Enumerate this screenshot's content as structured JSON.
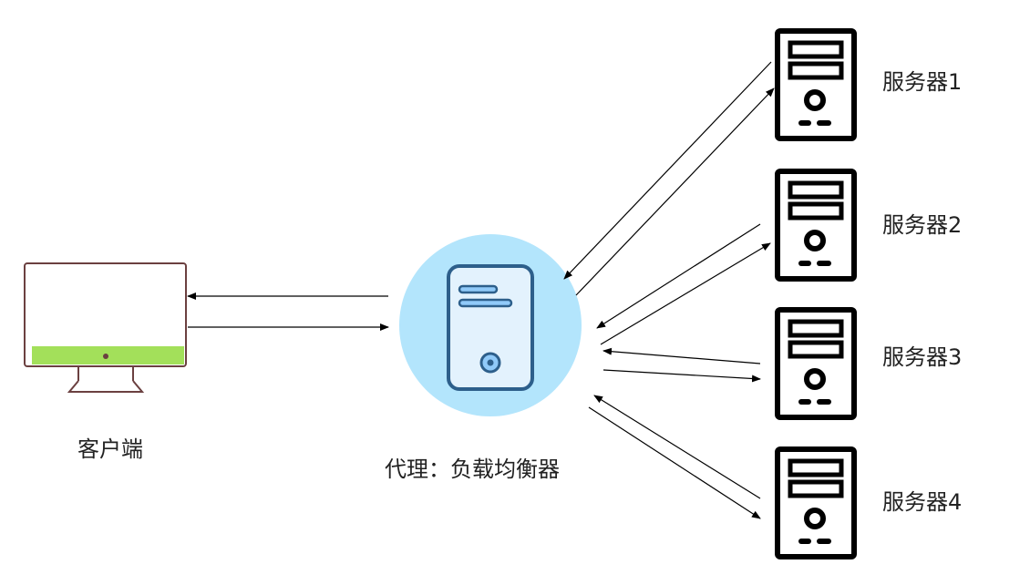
{
  "client": {
    "label": "客户端"
  },
  "proxy": {
    "label": "代理：负载均衡器"
  },
  "servers": [
    {
      "label": "服务器1"
    },
    {
      "label": "服务器2"
    },
    {
      "label": "服务器3"
    },
    {
      "label": "服务器4"
    }
  ],
  "colors": {
    "proxy_circle": "#b3e5fc",
    "proxy_server_stroke": "#2d5f8b",
    "proxy_server_fill": "#e3f2fd",
    "monitor_stroke": "#6b4040",
    "monitor_strip": "#a3e05a",
    "server_stroke": "#000000",
    "arrow": "#000000"
  }
}
